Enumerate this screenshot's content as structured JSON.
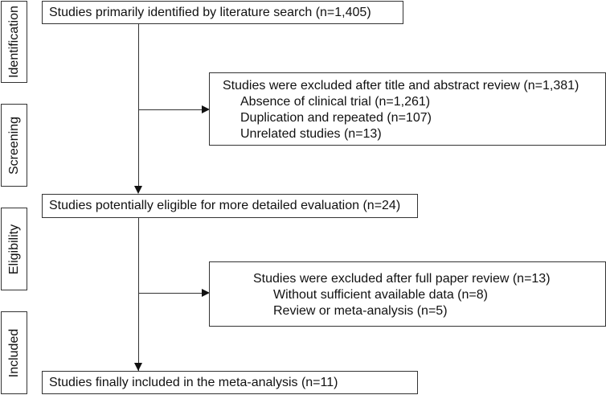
{
  "stages": [
    "Identification",
    "Screening",
    "Eligibility",
    "Included"
  ],
  "boxes": {
    "identified": "Studies primarily identified by literature search (n=1,405)",
    "eligible": "Studies potentially eligible for more detailed evaluation (n=24)",
    "included": "Studies finally included in the meta-analysis (n=11)"
  },
  "exclusion1": {
    "title": "Studies were excluded after title and abstract review (n=1,381)",
    "items": [
      "Absence of clinical trial (n=1,261)",
      "Duplication and repeated (n=107)",
      "Unrelated studies (n=13)"
    ]
  },
  "exclusion2": {
    "title": "Studies were excluded after full paper review (n=13)",
    "items": [
      "Without sufficient available data (n=8)",
      "Review or meta-analysis (n=5)"
    ]
  }
}
